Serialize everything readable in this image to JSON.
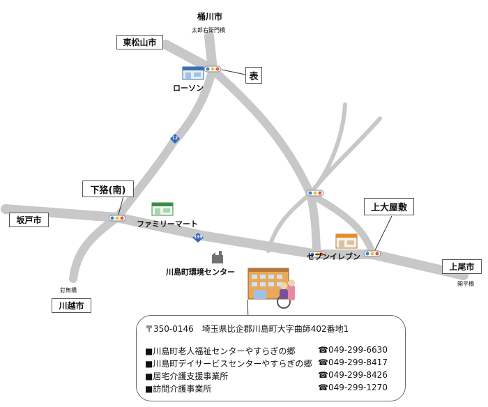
{
  "map": {
    "places": {
      "okegawa": "桶川市",
      "higashimatsuyama": "東松山市",
      "sakado": "坂戸市",
      "kawagoe": "川越市",
      "ageo": "上尾市"
    },
    "bridges": {
      "taroemon": "太郎右衛門橋",
      "kugimu": "釘無橋",
      "kaihei": "開平橋"
    },
    "intersections": {
      "omote": "表",
      "shimoraku": "下狢(南)",
      "kamiooyashiki": "上大屋敷"
    },
    "landmarks": {
      "lawson": "ローソン",
      "familymart": "ファミリーマート",
      "seveneleven": "セブンイレブン",
      "kankyo_center": "川島町環境センター"
    },
    "route_numbers": {
      "r12": "12",
      "r339": "339"
    }
  },
  "info": {
    "address": "〒350-0146　埼玉県比企郡川島町大字曲師402番地1",
    "facilities": [
      {
        "name": "■川島町老人福祉センターやすらぎの郷",
        "phone": "☎049-299-6630"
      },
      {
        "name": "■川島町デイサービスセンターやすらぎの郷",
        "phone": "☎049-299-8417"
      },
      {
        "name": "■居宅介護支援事業所",
        "phone": "☎049-299-8426"
      },
      {
        "name": "■訪問介護事業所",
        "phone": "☎049-299-1270"
      }
    ]
  },
  "colors": {
    "road": "#c8c8c8",
    "route_shield": "#2f64b7",
    "building": "#e8a95c"
  }
}
